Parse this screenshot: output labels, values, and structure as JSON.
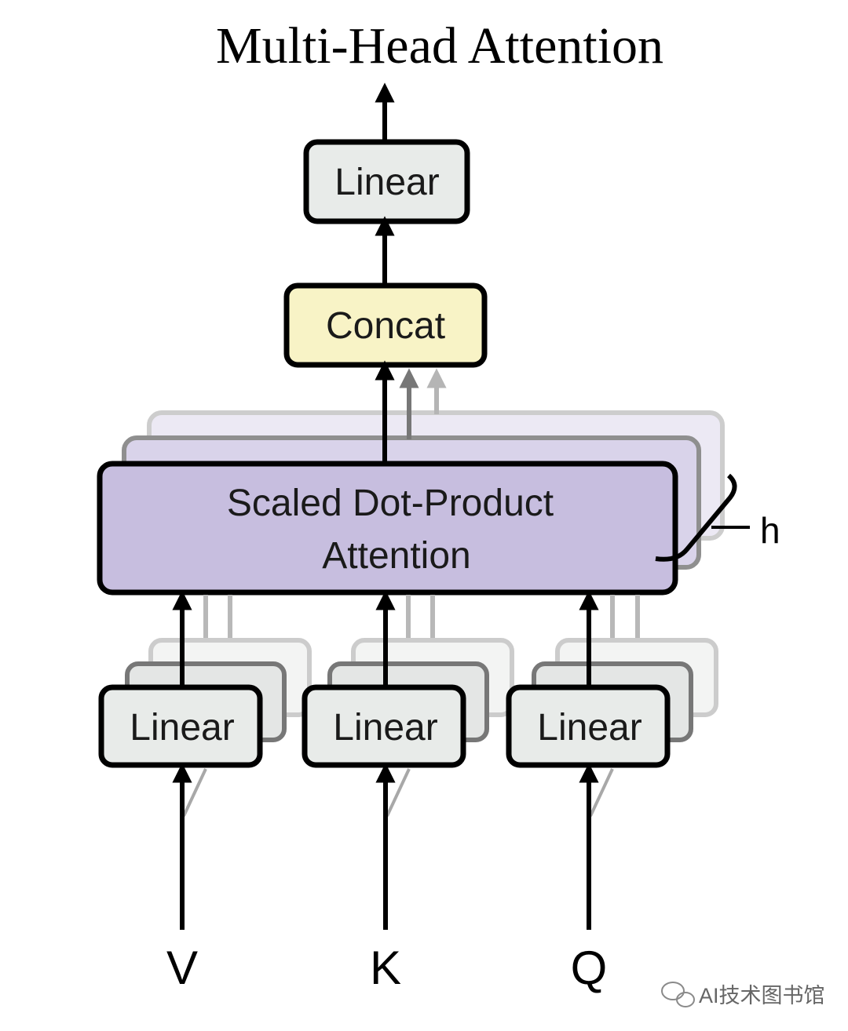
{
  "title": "Multi-Head Attention",
  "boxes": {
    "top_linear": "Linear",
    "concat": "Concat",
    "attention_line1": "Scaled Dot-Product",
    "attention_line2": "Attention",
    "linear_v": "Linear",
    "linear_k": "Linear",
    "linear_q": "Linear"
  },
  "inputs": {
    "v": "V",
    "k": "K",
    "q": "Q"
  },
  "heads_label": "h",
  "watermark": "AI技术图书馆",
  "colors": {
    "linear_fill": "#e8ebe9",
    "concat_fill": "#f8f3c6",
    "attention_fill": "#c7bedf",
    "stroke": "#000000"
  }
}
